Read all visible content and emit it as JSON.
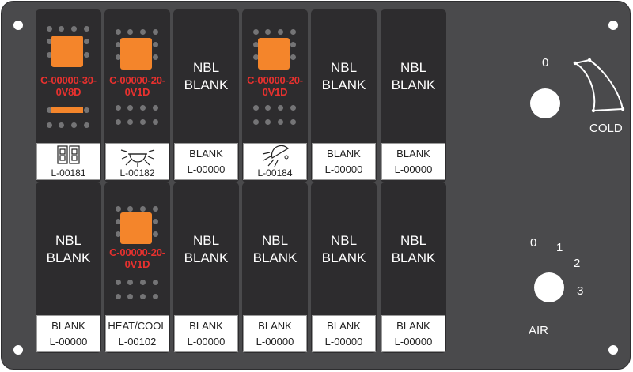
{
  "panel_color": "#4a4a4c",
  "switch_color": "#2d2c2e",
  "led_color": "#f4852b",
  "code_color": "#e8312e",
  "top_row": [
    {
      "type": "led",
      "code_lines": [
        "C-00000-30-",
        "0V8D"
      ],
      "indicator_bar": true,
      "label_icon": "dual-rocker-icon",
      "label_id": "L-00181"
    },
    {
      "type": "led",
      "code_lines": [
        "C-00000-20-",
        "0V1D"
      ],
      "indicator_bar": false,
      "label_icon": "light-rays-icon",
      "label_id": "L-00182"
    },
    {
      "type": "blank",
      "top_lines": [
        "NBL",
        "BLANK"
      ],
      "label_lines": [
        "BLANK",
        "L-00000"
      ]
    },
    {
      "type": "led",
      "code_lines": [
        "C-00000-20-",
        "0V1D"
      ],
      "indicator_bar": false,
      "label_icon": "dome-light-icon",
      "label_id": "L-00184"
    },
    {
      "type": "blank",
      "top_lines": [
        "NBL",
        "BLANK"
      ],
      "label_lines": [
        "BLANK",
        "L-00000"
      ]
    },
    {
      "type": "blank",
      "top_lines": [
        "NBL",
        "BLANK"
      ],
      "label_lines": [
        "BLANK",
        "L-00000"
      ]
    }
  ],
  "bottom_row": [
    {
      "type": "blank",
      "top_lines": [
        "NBL",
        "BLANK"
      ],
      "label_lines": [
        "BLANK",
        "L-00000"
      ]
    },
    {
      "type": "led",
      "code_lines": [
        "C-00000-20-",
        "0V1D"
      ],
      "indicator_bar": false,
      "label_lines": [
        "HEAT/COOL",
        "L-00102"
      ]
    },
    {
      "type": "blank",
      "top_lines": [
        "NBL",
        "BLANK"
      ],
      "label_lines": [
        "BLANK",
        "L-00000"
      ]
    },
    {
      "type": "blank",
      "top_lines": [
        "NBL",
        "BLANK"
      ],
      "label_lines": [
        "BLANK",
        "L-00000"
      ]
    },
    {
      "type": "blank",
      "top_lines": [
        "NBL",
        "BLANK"
      ],
      "label_lines": [
        "BLANK",
        "L-00000"
      ]
    },
    {
      "type": "blank",
      "top_lines": [
        "NBL",
        "BLANK"
      ],
      "label_lines": [
        "BLANK",
        "L-00000"
      ]
    }
  ],
  "temp_knob": {
    "zero_label": "0",
    "max_label": "COLD"
  },
  "air_knob": {
    "positions": [
      "0",
      "1",
      "2",
      "3"
    ],
    "title": "AIR"
  }
}
